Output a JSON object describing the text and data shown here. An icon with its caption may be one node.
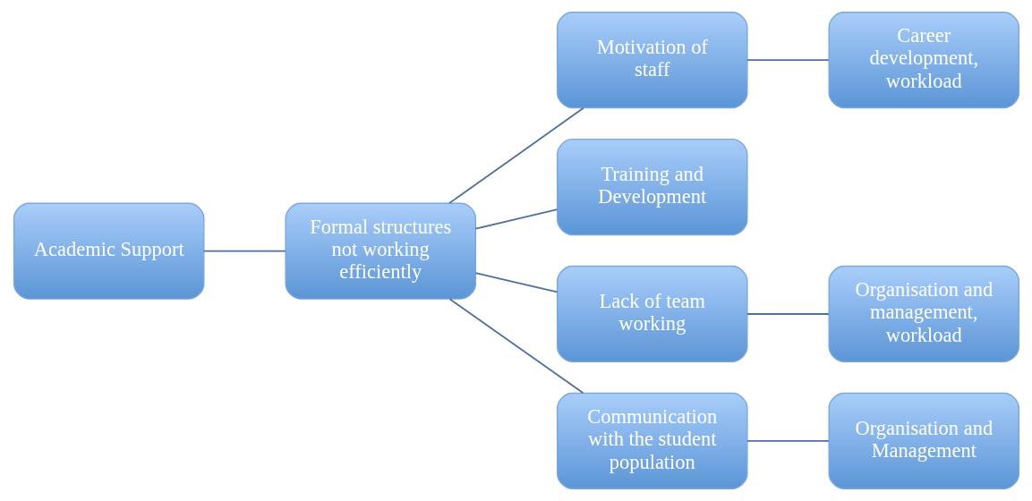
{
  "diagram": {
    "nodes": [
      {
        "text": [
          "Academic Support"
        ]
      },
      {
        "text": [
          "Formal structures not working efficiently"
        ]
      },
      {
        "text": [
          "Motivation of staff"
        ]
      },
      {
        "text": [
          "Career development, workload"
        ]
      },
      {
        "text": [
          "Training and Development"
        ]
      },
      {
        "text": [
          "Lack of team working"
        ]
      },
      {
        "text": [
          "Organisation and management, workload"
        ]
      },
      {
        "text": [
          "Communication with the student population"
        ]
      },
      {
        "text": [
          "Organisation and Management"
        ]
      }
    ],
    "edges": [
      {
        "from": 0,
        "to": 1,
        "arrow": "none"
      },
      {
        "from": 1,
        "to": 2,
        "arrow": "none"
      },
      {
        "from": 1,
        "to": 4,
        "arrow": "none"
      },
      {
        "from": 1,
        "to": 5,
        "arrow": "none"
      },
      {
        "from": 1,
        "to": 7,
        "arrow": "none"
      },
      {
        "from": 2,
        "to": 3,
        "arrow": "none"
      },
      {
        "from": 5,
        "to": 6,
        "arrow": "none"
      },
      {
        "from": 7,
        "to": 8,
        "arrow": "none"
      }
    ]
  }
}
